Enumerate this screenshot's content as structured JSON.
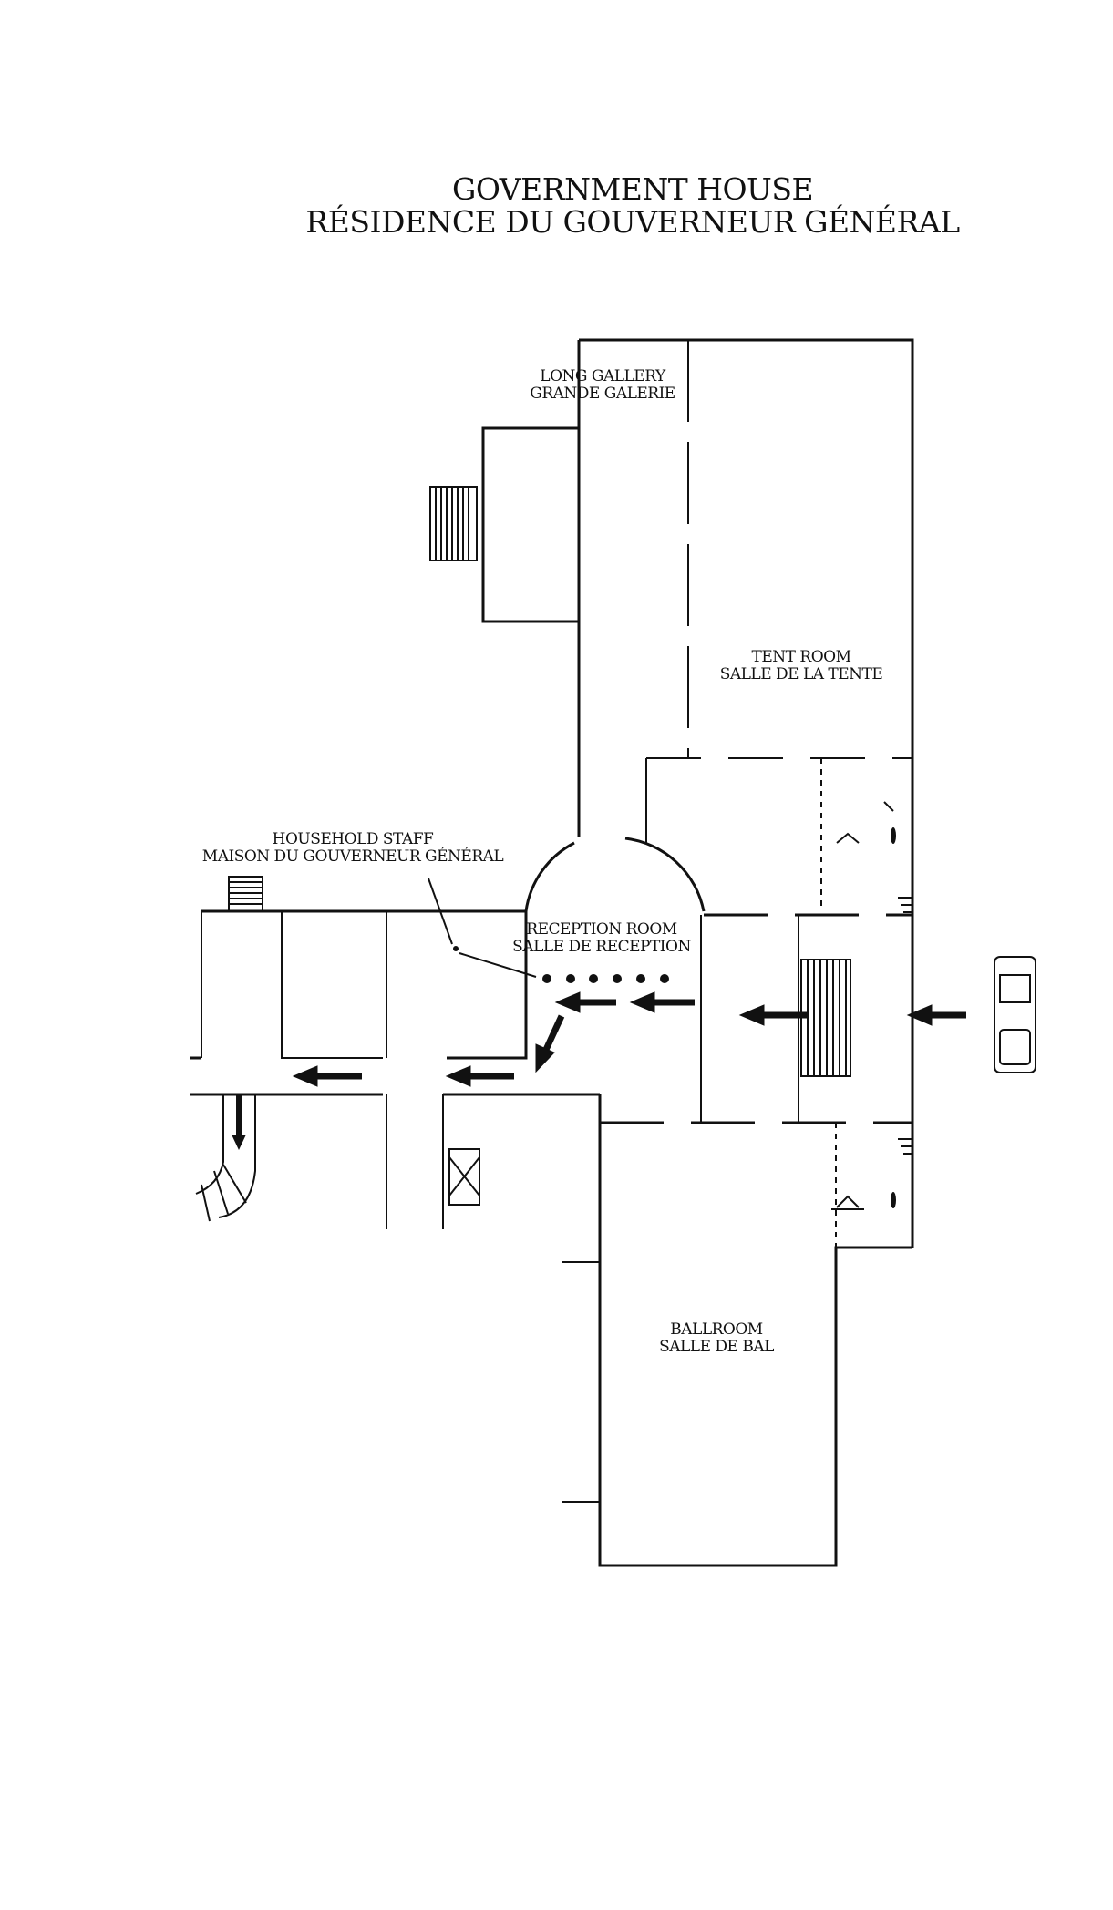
{
  "title": {
    "line1": "GOVERNMENT HOUSE",
    "line2": "RÉSIDENCE DU GOUVERNEUR GÉNÉRAL"
  },
  "rooms": {
    "long_gallery": {
      "en": "LONG GALLERY",
      "fr": "GRANDE GALERIE"
    },
    "tent_room": {
      "en": "TENT ROOM",
      "fr": "SALLE DE LA TENTE"
    },
    "household_staff": {
      "en": "HOUSEHOLD STAFF",
      "fr": "MAISON DU GOUVERNEUR GÉNÉRAL"
    },
    "reception_room": {
      "en": "RECEPTION ROOM",
      "fr": "SALLE DE RECEPTION"
    },
    "ballroom": {
      "en": "BALLROOM",
      "fr": "SALLE DE BAL"
    }
  }
}
